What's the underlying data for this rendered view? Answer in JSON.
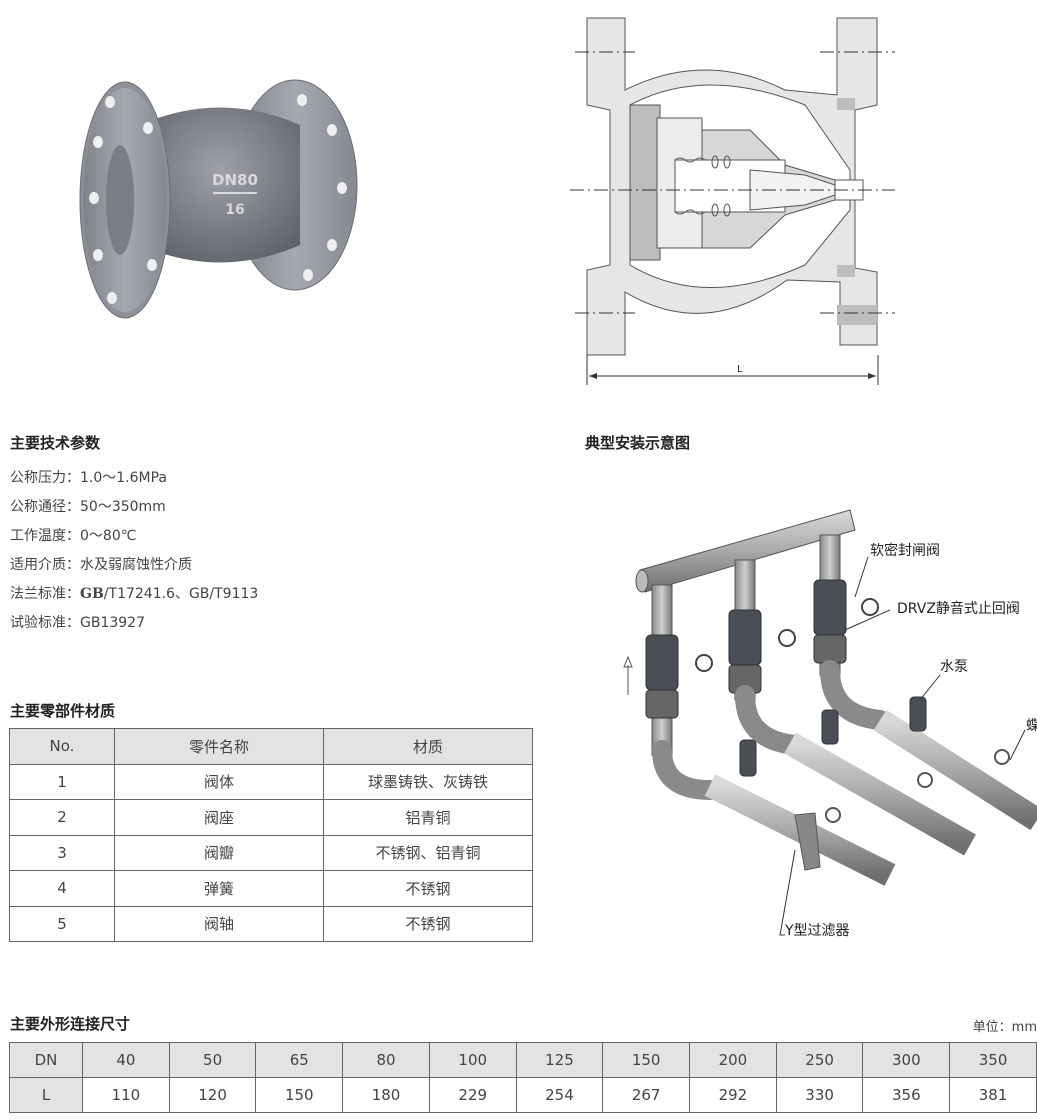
{
  "headings": {
    "spec": "主要技术参数",
    "install": "典型安装示意图",
    "parts": "主要零部件材质",
    "dims": "主要外形连接尺寸",
    "unit": "单位：mm"
  },
  "product_marking": {
    "size": "DN80",
    "pressure": "16"
  },
  "drawing_labels": {
    "length": "L"
  },
  "specs": [
    {
      "label": "公称压力：",
      "value": "1.0～1.6MPa"
    },
    {
      "label": "公称通径：",
      "value": "50～350mm"
    },
    {
      "label": "工作温度：",
      "value": "0～80℃"
    },
    {
      "label": "适用介质：",
      "value": "水及弱腐蚀性介质"
    },
    {
      "label": "法兰标准：",
      "value_bold": "GB",
      "value": "/T17241.6、GB/T9113"
    },
    {
      "label": "试验标准：",
      "value": "GB13927"
    }
  ],
  "parts_table": {
    "headers": [
      "No.",
      "零件名称",
      "材质"
    ],
    "rows": [
      [
        "1",
        "阀体",
        "球墨铸铁、灰铸铁"
      ],
      [
        "2",
        "阀座",
        "铝青铜"
      ],
      [
        "3",
        "阀瓣",
        "不锈钢、铝青铜"
      ],
      [
        "4",
        "弹簧",
        "不锈钢"
      ],
      [
        "5",
        "阀轴",
        "不锈钢"
      ]
    ]
  },
  "dims_table": {
    "row_headers": [
      "DN",
      "L"
    ],
    "dn": [
      "40",
      "50",
      "65",
      "80",
      "100",
      "125",
      "150",
      "200",
      "250",
      "300",
      "350"
    ],
    "l": [
      "110",
      "120",
      "150",
      "180",
      "229",
      "254",
      "267",
      "292",
      "330",
      "356",
      "381"
    ]
  },
  "install_callouts": {
    "gate_valve": "软密封闸阀",
    "check_valve": "DRVZ静音式止回阀",
    "pump": "水泵",
    "cut_off": "蝶",
    "strainer": "Y型过滤器"
  },
  "colors": {
    "body": "#8e9197",
    "header_fill": "#e3e3e3",
    "valve_dark": "#4a4f55"
  }
}
